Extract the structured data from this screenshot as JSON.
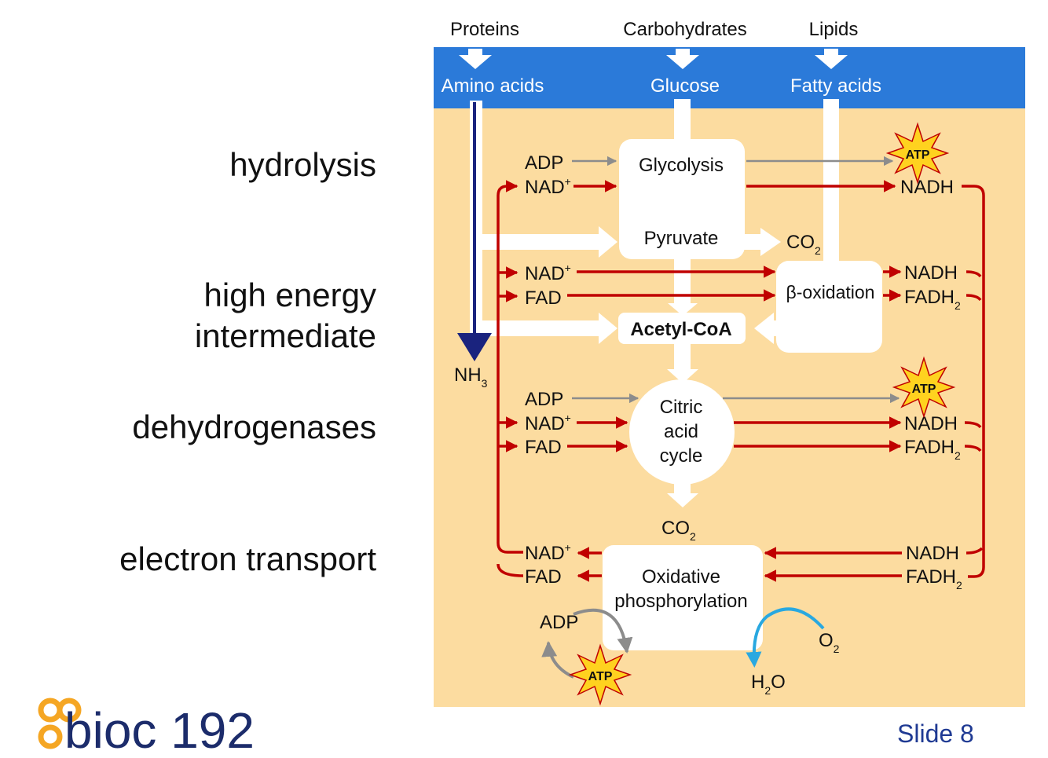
{
  "side_labels": {
    "hydrolysis": "hydrolysis",
    "high_energy_1": "high energy",
    "high_energy_2": "intermediate",
    "dehydrogenases": "dehydrogenases",
    "electron_transport": "electron transport"
  },
  "inputs": {
    "proteins": "Proteins",
    "carbohydrates": "Carbohydrates",
    "lipids": "Lipids"
  },
  "monomers": {
    "amino_acids": "Amino acids",
    "glucose": "Glucose",
    "fatty_acids": "Fatty acids"
  },
  "nodes": {
    "glycolysis": "Glycolysis",
    "pyruvate": "Pyruvate",
    "acetyl_coa": "Acetyl-CoA",
    "beta_oxidation": "β-oxidation",
    "citric_1": "Citric",
    "citric_2": "acid",
    "citric_3": "cycle",
    "oxphos_1": "Oxidative",
    "oxphos_2": "phosphorylation"
  },
  "cofactors": {
    "adp": "ADP",
    "nad_plus": "NAD",
    "plus": "+",
    "fad": "FAD",
    "nadh": "NADH",
    "fadh": "FADH",
    "sub2": "2",
    "sub3": "3",
    "atp": "ATP",
    "co": "CO",
    "nh": "NH",
    "h": "H",
    "o": "O",
    "o2": "O"
  },
  "colors": {
    "blue_band": "#2b7ad9",
    "background": "#fcdca0",
    "red_arrow": "#c00000",
    "gray_arrow": "#8c8c8c",
    "nh3_arrow": "#1a237e",
    "atp_star": "#ffd21f",
    "cyan_arrow": "#29a8e0",
    "logo_orange": "#f5a623",
    "logo_navy": "#1c2c6b",
    "slide_blue": "#1f3a93"
  },
  "footer": {
    "logo_text": "bioc 192",
    "slide": "Slide 8"
  }
}
